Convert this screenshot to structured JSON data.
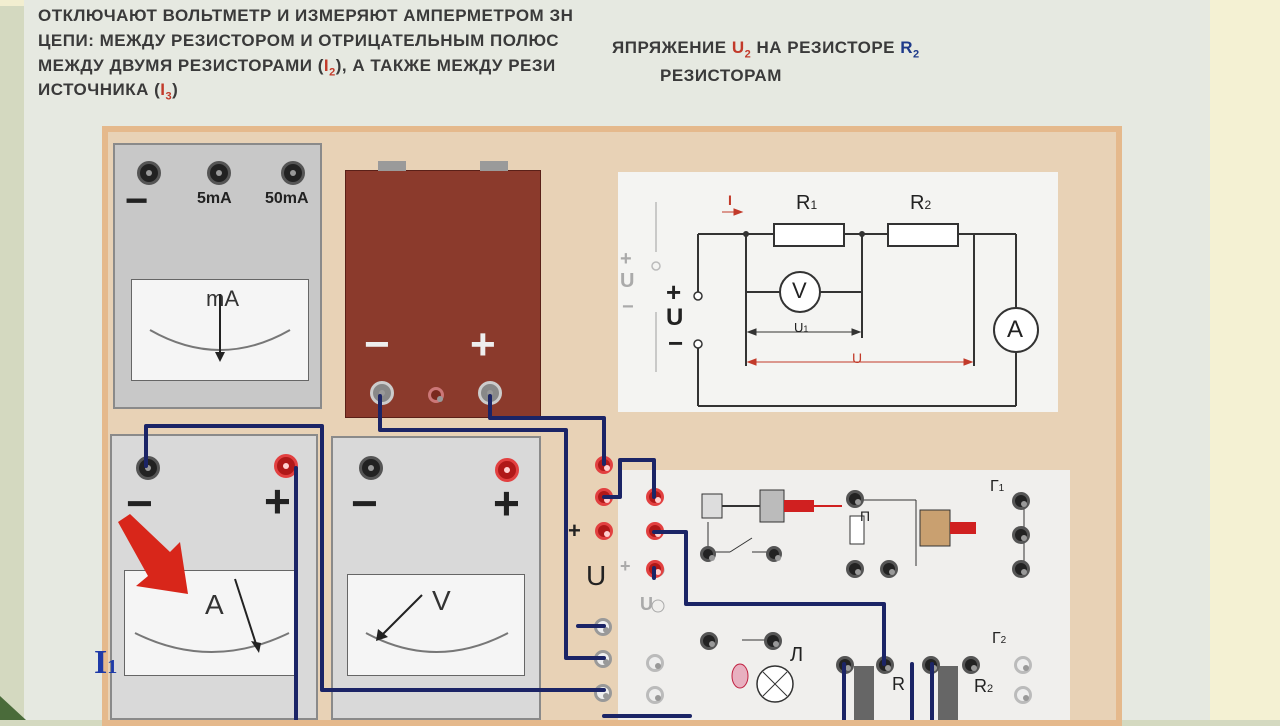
{
  "heading": {
    "line1": "ОТКЛЮЧАЮТ ВОЛЬТМЕТР И ИЗМЕРЯЮТ АМПЕРМЕТРОМ ЗН",
    "line2": "ЦЕПИ: МЕЖДУ РЕЗИСТОРОМ  И ОТРИЦАТЕЛЬНЫМ ПОЛЮС",
    "line3_pre": "МЕЖДУ ДВУМЯ РЕЗИСТОРАМИ (",
    "line3_sym": "I",
    "line3_sub": "2",
    "line3_post": "), А ТАКЖЕ МЕЖДУ РЕЗИ",
    "line4_pre": "ИСТОЧНИКА (",
    "line4_sym": "I",
    "line4_sub": "3",
    "line4_post": ")",
    "overlay1_pre": "ЯПРЯЖЕНИЕ ",
    "overlay1_u": "U",
    "overlay1_usub": "2",
    "overlay1_mid": "  НА РЕЗИСТОРЕ ",
    "overlay1_r": "R",
    "overlay1_rsub": "2",
    "overlay2": "РЕЗИСТОРАМ"
  },
  "milliammeter": {
    "minus": "−",
    "range1": "5mA",
    "range2": "50mA",
    "unit": "mA"
  },
  "battery": {
    "minus": "−",
    "plus": "+"
  },
  "ammeter": {
    "minus": "−",
    "plus": "+",
    "unit": "A"
  },
  "voltmeter": {
    "minus": "−",
    "plus": "+",
    "unit": "V"
  },
  "i1_label": "I",
  "i1_sub": "1",
  "schematic": {
    "current": "I",
    "r1": "R",
    "r1sub": "1",
    "r2": "R",
    "r2sub": "2",
    "plus": "+",
    "minus": "−",
    "source": "U",
    "voltmeter": "V",
    "ammeter": "A",
    "u1": "U",
    "u1sub": "1",
    "u": "U",
    "ghost_plus": "+",
    "ghost_u": "U",
    "ghost_minus": "−"
  },
  "breadboard": {
    "plus": "+",
    "u": "U",
    "ghost_plus": "+",
    "ghost_u": "U",
    "g1": "Г",
    "g1sub": "1",
    "g2": "Г",
    "g2sub": "2",
    "p": "П",
    "l": "Л",
    "r2": "R",
    "r2sub": "2",
    "r": "R"
  },
  "colors": {
    "wire": "#1b2466",
    "accent_red": "#c23a2a",
    "accent_blue": "#1e3a8a",
    "battery": "#8b3a2c"
  }
}
